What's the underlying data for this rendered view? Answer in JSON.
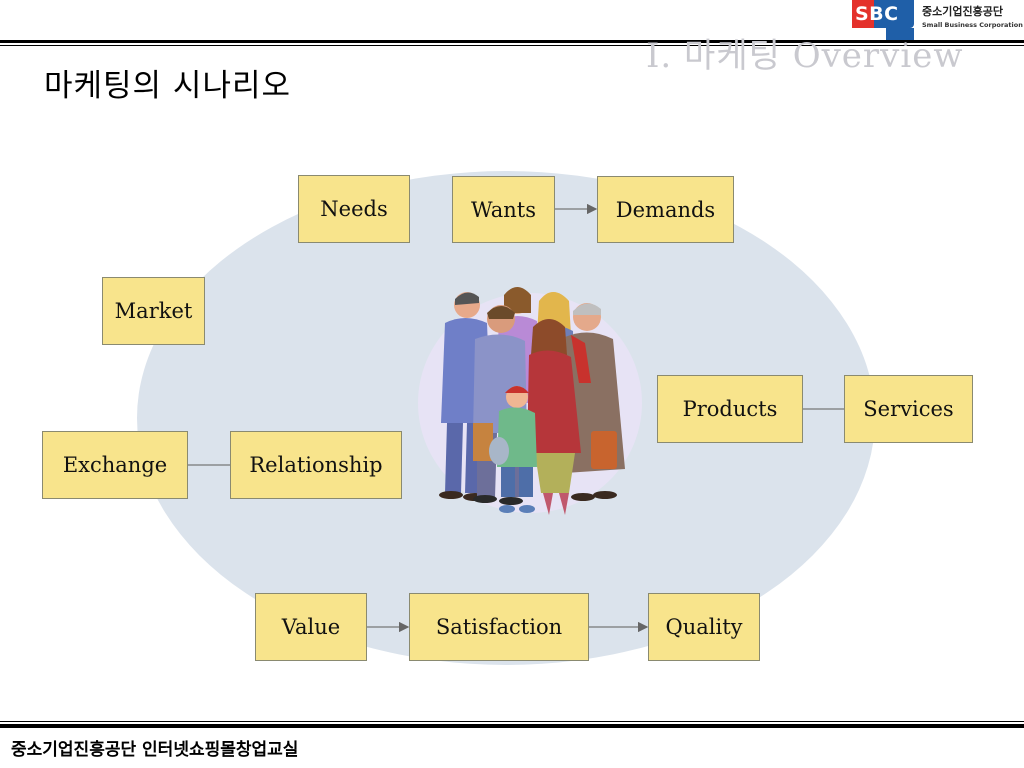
{
  "header": {
    "slide_title": "마케팅의 시나리오",
    "section_title": "I. 마케팅 Overview"
  },
  "logo": {
    "initials": "SBC",
    "korean_name": "중소기업진흥공단",
    "english_name": "Small Business Corporation",
    "colors": {
      "red": "#e4312b",
      "blue": "#1f5fa8"
    }
  },
  "diagram": {
    "nodes": {
      "needs": "Needs",
      "wants": "Wants",
      "demands": "Demands",
      "market": "Market",
      "exchange": "Exchange",
      "relationship": "Relationship",
      "products": "Products",
      "services": "Services",
      "value": "Value",
      "satisfaction": "Satisfaction",
      "quality": "Quality"
    },
    "edges": [
      {
        "from": "wants",
        "to": "demands",
        "type": "arrow"
      },
      {
        "from": "exchange",
        "to": "relationship",
        "type": "line"
      },
      {
        "from": "products",
        "to": "services",
        "type": "line"
      },
      {
        "from": "value",
        "to": "satisfaction",
        "type": "arrow"
      },
      {
        "from": "satisfaction",
        "to": "quality",
        "type": "arrow"
      }
    ],
    "center_image": "people-group-clipart",
    "colors": {
      "box_fill": "#f8e48c",
      "oval_fill": "#dbe3ec"
    }
  },
  "footer": {
    "text": "중소기업진흥공단 인터넷쇼핑몰창업교실"
  }
}
